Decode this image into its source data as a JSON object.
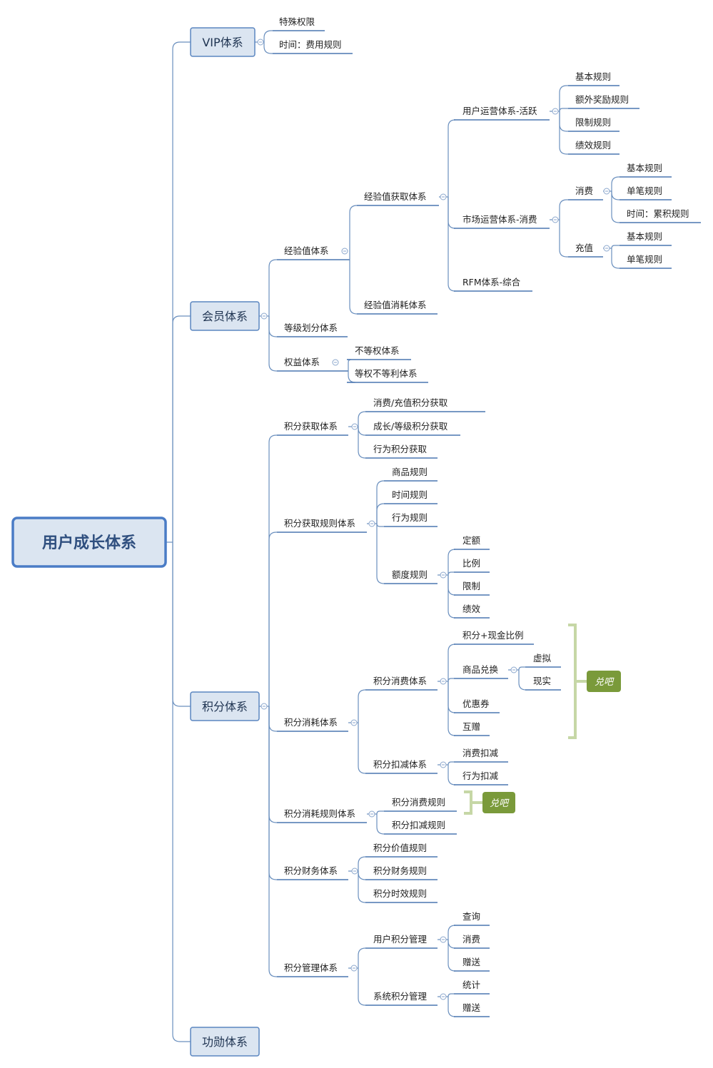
{
  "colors": {
    "line": "#6a8fbe",
    "underline": "#4a76b0",
    "root_fill": "#dbe5f1",
    "root_border": "#4a7cc6",
    "main_fill": "#dbe5f1",
    "main_border": "#5b86c0",
    "bracket": "#c6d7a6",
    "callout_fill": "#7a9a3a",
    "collapse": "#8aa6cc"
  },
  "root": "用户成长体系",
  "branches": {
    "vip": {
      "label": "VIP体系",
      "children": [
        "特殊权限",
        "时间：费用规则"
      ]
    },
    "member": {
      "label": "会员体系",
      "exp": {
        "label": "经验值体系",
        "gain": {
          "label": "经验值获取体系",
          "ops": {
            "label": "用户运营体系-活跃",
            "children": [
              "基本规则",
              "额外奖励规则",
              "限制规则",
              "绩效规则"
            ]
          },
          "market": {
            "label": "市场运营体系-消费",
            "consume": {
              "label": "消费",
              "children": [
                "基本规则",
                "单笔规则",
                "时间：累积规则"
              ]
            },
            "recharge": {
              "label": "充值",
              "children": [
                "基本规则",
                "单笔规则"
              ]
            }
          },
          "rfm": "RFM体系-综合"
        },
        "consume": "经验值消耗体系"
      },
      "level": "等级划分体系",
      "rights": {
        "label": "权益体系",
        "children": [
          "不等权体系",
          "等权不等利体系"
        ]
      }
    },
    "points": {
      "label": "积分体系",
      "gain": {
        "label": "积分获取体系",
        "children": [
          "消费/充值积分获取",
          "成长/等级积分获取",
          "行为积分获取"
        ]
      },
      "gain_rules": {
        "label": "积分获取规则体系",
        "children": [
          "商品规则",
          "时间规则",
          "行为规则"
        ],
        "quota": {
          "label": "额度规则",
          "children": [
            "定额",
            "比例",
            "限制",
            "绩效"
          ]
        }
      },
      "consume": {
        "label": "积分消耗体系",
        "spend": {
          "label": "积分消费体系",
          "cash": "积分+现金比例",
          "exchange": {
            "label": "商品兑换",
            "children": [
              "虚拟",
              "现实"
            ]
          },
          "coupon": "优惠券",
          "gift": "互赠"
        },
        "deduct": {
          "label": "积分扣减体系",
          "children": [
            "消费扣减",
            "行为扣减"
          ]
        }
      },
      "consume_rules": {
        "label": "积分消耗规则体系",
        "children": [
          "积分消费规则",
          "积分扣减规则"
        ]
      },
      "finance": {
        "label": "积分财务体系",
        "children": [
          "积分价值规则",
          "积分财务规则",
          "积分时效规则"
        ]
      },
      "manage": {
        "label": "积分管理体系",
        "user": {
          "label": "用户积分管理",
          "children": [
            "查询",
            "消费",
            "赠送"
          ]
        },
        "system": {
          "label": "系统积分管理",
          "children": [
            "统计",
            "赠送"
          ]
        }
      }
    },
    "medal": {
      "label": "功勋体系"
    }
  },
  "callouts": [
    "兑吧",
    "兑吧"
  ]
}
